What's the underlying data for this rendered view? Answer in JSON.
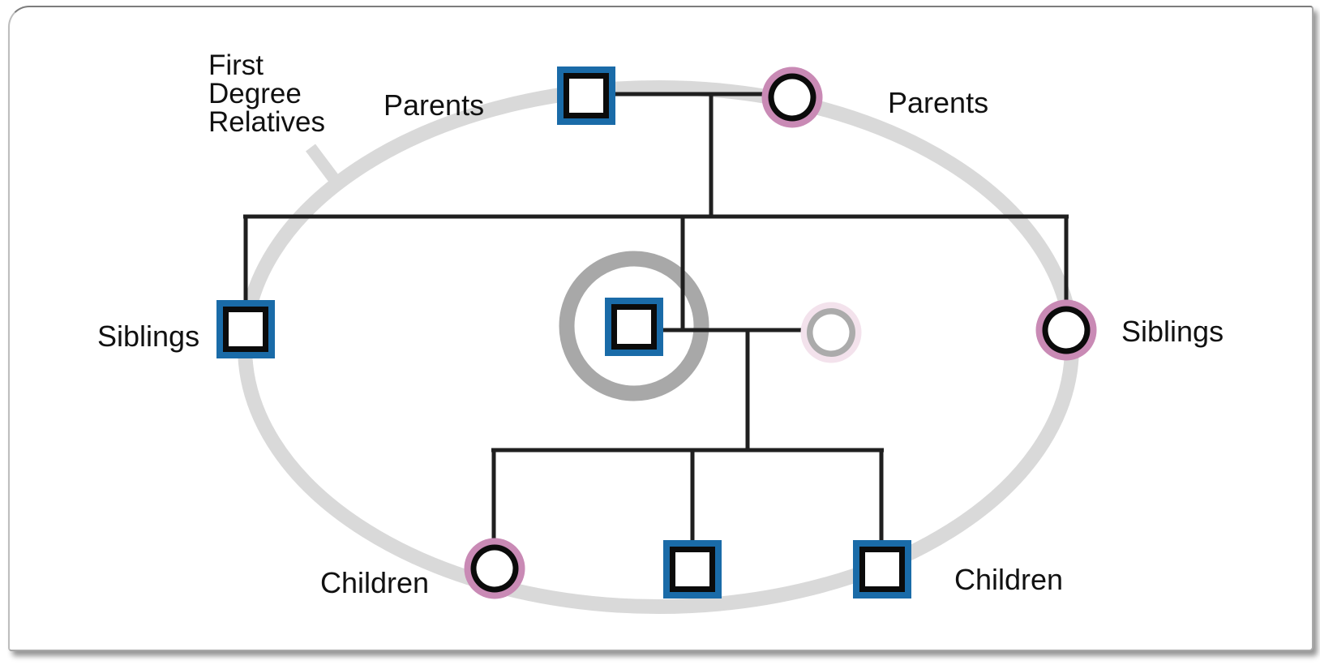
{
  "page": {
    "title": "First Degree Relatives pedigree diagram"
  },
  "labels": {
    "first_degree_relatives": "First\nDegree\nRelatives",
    "parents_left": "Parents",
    "parents_right": "Parents",
    "siblings_left": "Siblings",
    "siblings_right": "Siblings",
    "children_left": "Children",
    "children_right": "Children"
  },
  "legend": {
    "male_symbol": "square",
    "female_symbol": "circle",
    "proband_marker": "gray-ring-around-symbol",
    "non_first_degree_marker": "faded-symbol",
    "first_degree_boundary": "light-gray-ellipse"
  },
  "persons": [
    {
      "id": "father",
      "sex": "male",
      "row": "parents",
      "first_degree": true
    },
    {
      "id": "mother",
      "sex": "female",
      "row": "parents",
      "first_degree": true
    },
    {
      "id": "brother",
      "sex": "male",
      "row": "siblings",
      "first_degree": true
    },
    {
      "id": "proband",
      "sex": "male",
      "row": "siblings",
      "first_degree": true,
      "highlighted": true
    },
    {
      "id": "partner",
      "sex": "female",
      "row": "siblings",
      "first_degree": false,
      "faded": true
    },
    {
      "id": "sister",
      "sex": "female",
      "row": "siblings",
      "first_degree": true
    },
    {
      "id": "daughter",
      "sex": "female",
      "row": "children",
      "first_degree": true
    },
    {
      "id": "son-1",
      "sex": "male",
      "row": "children",
      "first_degree": true
    },
    {
      "id": "son-2",
      "sex": "male",
      "row": "children",
      "first_degree": true
    }
  ],
  "colors": {
    "male_border": "#1a6ba8",
    "female_border": "#c98ab5",
    "symbol_inner_border": "#0b0b0b",
    "symbol_fill": "#ffffff",
    "line": "#1f1f1f",
    "first_degree_ellipse": "#d9d9d9",
    "proband_ring": "#a8a8a8",
    "faded_outer": "#f3e2ec",
    "faded_inner": "#ababab",
    "text": "#111111"
  }
}
